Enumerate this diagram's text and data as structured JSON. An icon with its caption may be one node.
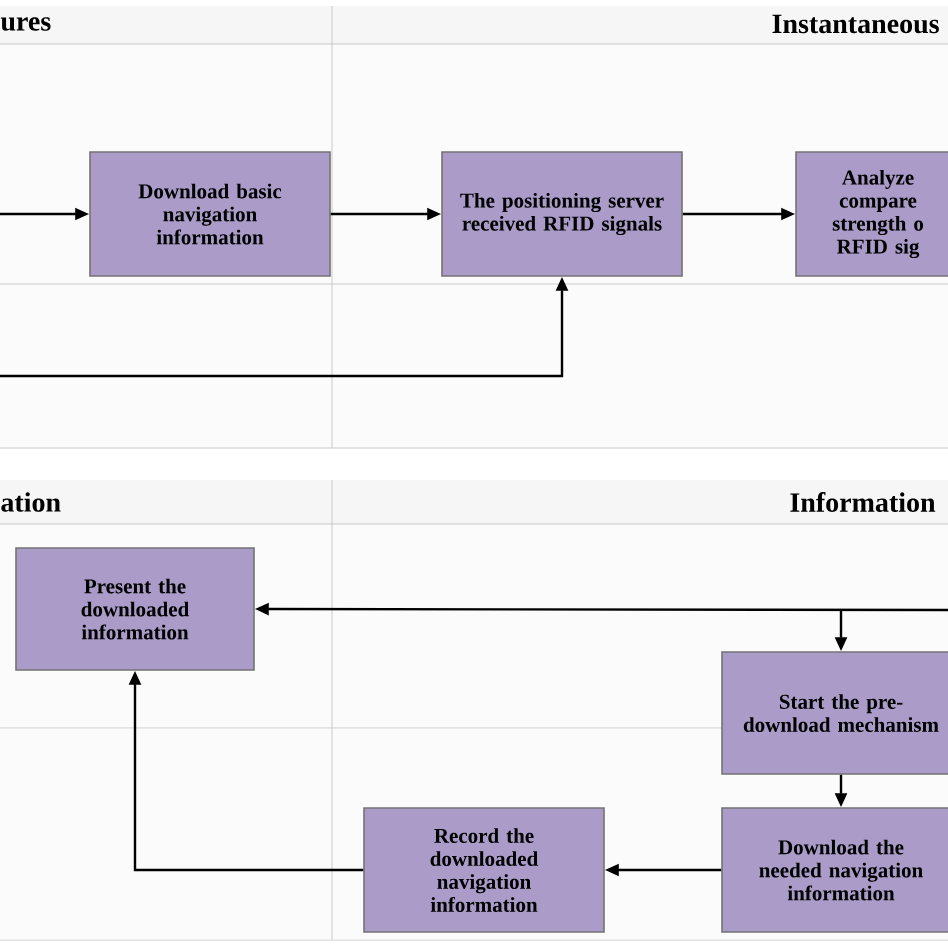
{
  "diagram": {
    "nodes": [
      {
        "text": [
          "Download basic navigation information"
        ]
      },
      {
        "text": [
          "The positioning server received RFID signals"
        ]
      },
      {
        "text": [
          "Analyze compare strength o RFID sig"
        ]
      },
      {
        "text": [
          "Present the downloaded information"
        ]
      },
      {
        "text": [
          "Start the pre-download mechanism"
        ]
      },
      {
        "text": [
          "Download the needed navigation information"
        ]
      },
      {
        "text": [
          "Record the downloaded navigation information"
        ]
      }
    ],
    "edges": [
      {
        "from": null,
        "to": 0,
        "arrow": "to"
      },
      {
        "from": 0,
        "to": 1,
        "arrow": "to"
      },
      {
        "from": 1,
        "to": 2,
        "arrow": "to"
      },
      {
        "from": null,
        "to": 1,
        "arrow": "to"
      },
      {
        "from": null,
        "to": 3,
        "arrow": "to"
      },
      {
        "from": null,
        "to": 4,
        "arrow": "to"
      },
      {
        "from": 4,
        "to": 5,
        "arrow": "to"
      },
      {
        "from": 5,
        "to": 6,
        "arrow": "to"
      },
      {
        "from": 6,
        "to": 3,
        "arrow": "to"
      }
    ],
    "labels": [
      "ures",
      "Instantaneous",
      "ation",
      "Information"
    ]
  }
}
